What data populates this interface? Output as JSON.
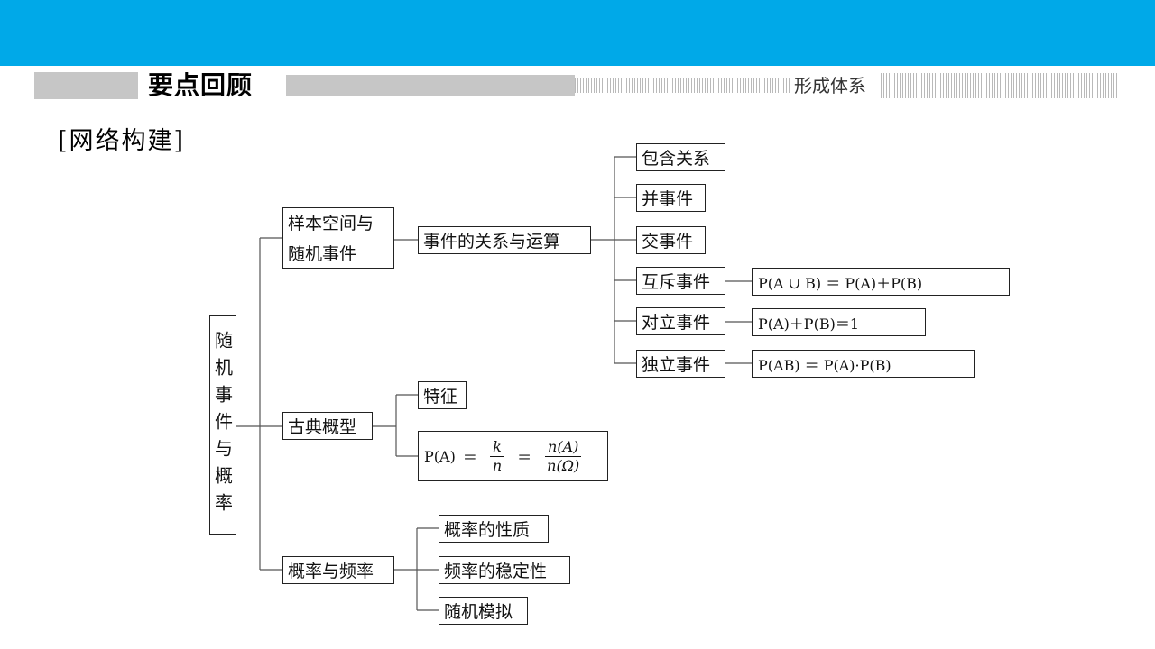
{
  "colors": {
    "topbar": "#00a9e8",
    "bar_gray": "#c6c6c6",
    "stripe": "#b9b9b9"
  },
  "header": {
    "title": "要点回顾",
    "subtitle": "形成体系"
  },
  "section_title": "[网络构建]",
  "tree": {
    "root": "随机事件与概率",
    "sample_space": "样本空间与随机事件",
    "relations": "事件的关系与运算",
    "relation_items": [
      "包含关系",
      "并事件",
      "交事件",
      "互斥事件",
      "对立事件",
      "独立事件"
    ],
    "formulas": {
      "mutex": "P(A ∪ B) ＝ P(A)＋P(B)",
      "complement": "P(A)＋P(B)＝1",
      "independent": "P(AB) ＝ P(A)·P(B)"
    },
    "classical": "古典概型",
    "classical_items": {
      "feature": "特征"
    },
    "classical_formula": {
      "lhs": "P(A)",
      "eq": "＝",
      "k": "k",
      "n": "n",
      "nA": "n(A)",
      "nOmega": "n(Ω)"
    },
    "prob_freq": "概率与频率",
    "prob_freq_items": [
      "概率的性质",
      "频率的稳定性",
      "随机模拟"
    ]
  }
}
